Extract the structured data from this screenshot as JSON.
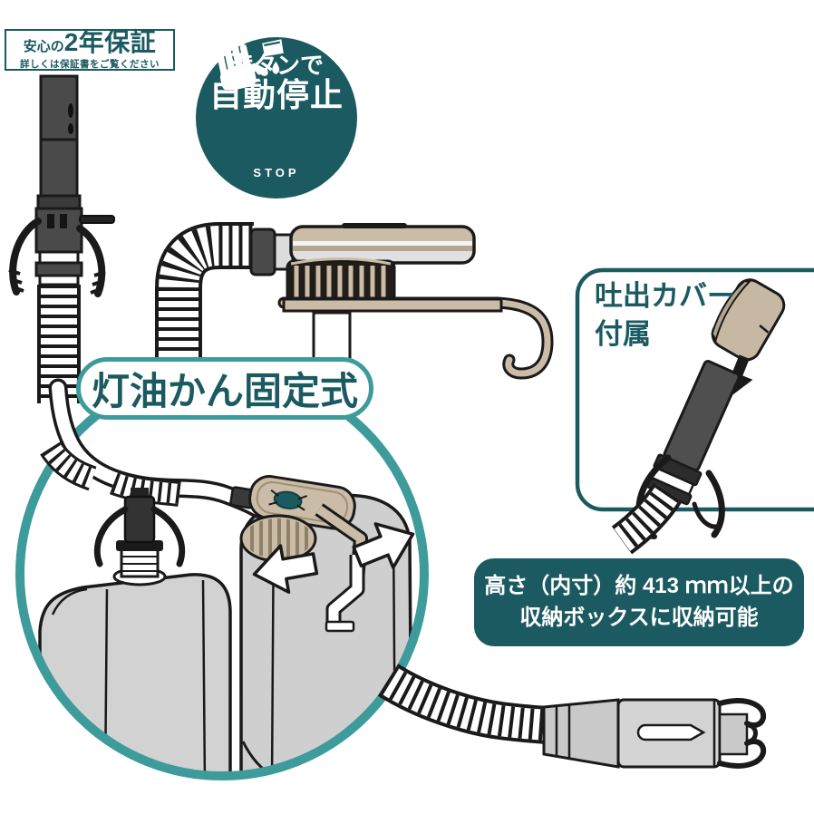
{
  "colors": {
    "teal_dark": "#1b5a60",
    "teal_medium": "#3d9b9b",
    "tan": "#cabca6",
    "gray_light": "#d2d2d2",
    "outline": "#1a1a1a",
    "white": "#ffffff"
  },
  "guarantee_badge": {
    "prefix": "安心の",
    "title": "2年保証",
    "subtitle": "詳しくは保証書をご覧ください"
  },
  "auto_stop_badge": {
    "line1": "満タンで",
    "line2": "自動停止",
    "stop_label": "STOP",
    "icon": "stop-hand-pouring-icon"
  },
  "fixed_mount_bubble": {
    "label": "灯油かん固定式"
  },
  "discharge_cover_panel": {
    "line1": "吐出カバー",
    "line2": "付属"
  },
  "storage_note_box": {
    "line1": "高さ（内寸）約 413 ｍｍ以上の",
    "line2": "収納ボックスに収納可能"
  }
}
